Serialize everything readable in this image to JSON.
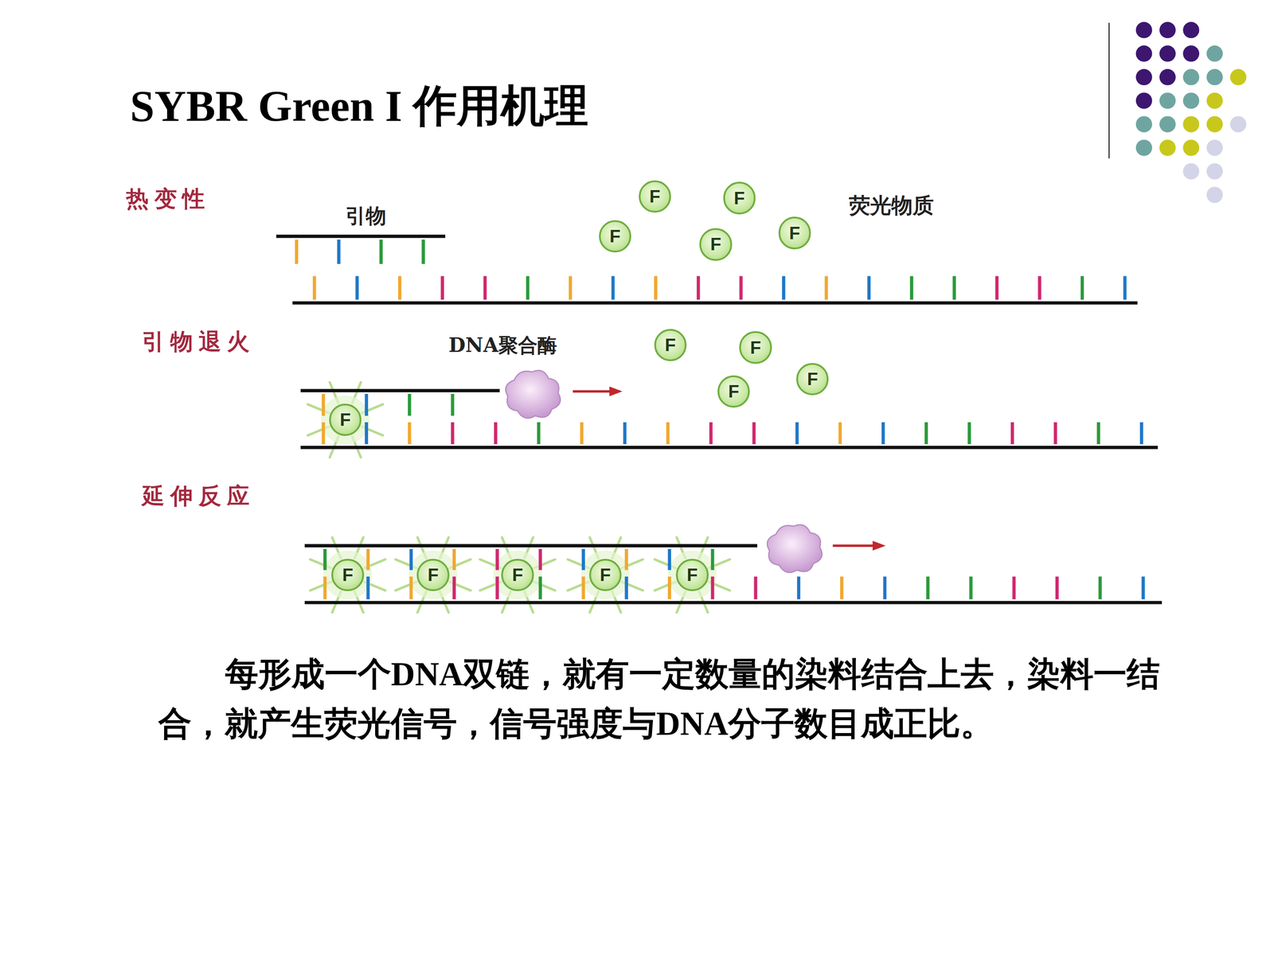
{
  "diagram": {
    "title": "SYBR Green I 作用机理",
    "caption": "每形成一个DNA双链，就有一定数量的染料结合上去，染料一结合，就产生荧光信号，信号强度与DNA分子数目成正比。",
    "nodes": [
      {
        "text": [
          "F"
        ]
      },
      {
        "text": [
          "F"
        ]
      },
      {
        "text": [
          "F"
        ]
      },
      {
        "text": [
          "F"
        ]
      },
      {
        "text": [
          "F"
        ]
      },
      {
        "text": [
          "F"
        ]
      },
      {
        "text": [
          "F"
        ]
      },
      {
        "text": [
          "F"
        ]
      },
      {
        "text": [
          "F"
        ]
      },
      {
        "text": [
          "F"
        ]
      },
      {
        "text": [
          "F"
        ]
      },
      {
        "text": [
          "F"
        ]
      },
      {
        "text": [
          "F"
        ]
      },
      {
        "text": [
          "F"
        ]
      },
      {
        "text": [
          "F"
        ]
      }
    ],
    "labels": [
      "热变性",
      "引物",
      "荧光物质",
      "引物退火",
      "DNA聚合酶",
      "延伸反应"
    ]
  }
}
